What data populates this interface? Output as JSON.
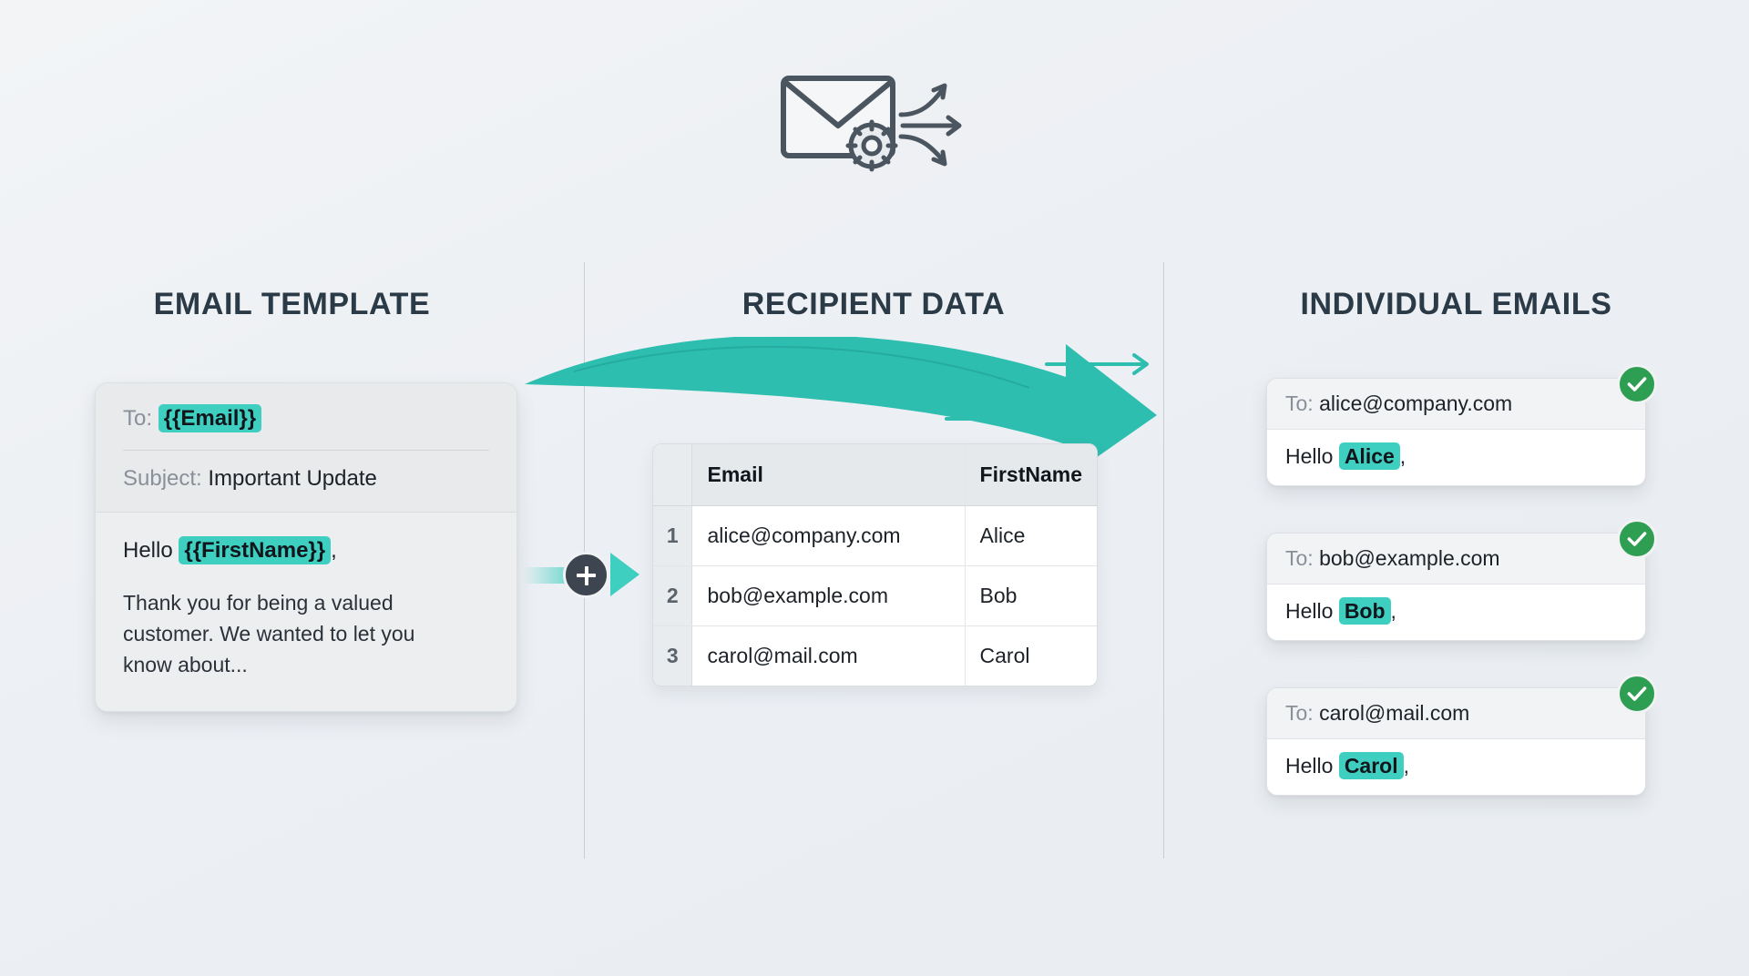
{
  "header": {
    "icon": "envelope-gear-arrows-icon"
  },
  "columns": {
    "template_heading": "EMAIL TEMPLATE",
    "recipients_heading": "RECIPIENT DATA",
    "emails_heading": "INDIVIDUAL EMAILS"
  },
  "template": {
    "to_label": "To:",
    "to_token": "{{Email}}",
    "subject_label": "Subject:",
    "subject_value": "Important Update",
    "greeting_prefix": "Hello",
    "greeting_token": "{{FirstName}}",
    "greeting_suffix": ",",
    "paragraph": "Thank you for being a valued customer. We wanted to let you know about..."
  },
  "connector": {
    "icon": "plus-icon"
  },
  "recipients": {
    "columns": [
      "",
      "Email",
      "FirstName"
    ],
    "rows": [
      {
        "num": "1",
        "email": "alice@company.com",
        "firstname": "Alice"
      },
      {
        "num": "2",
        "email": "bob@example.com",
        "firstname": "Bob"
      },
      {
        "num": "3",
        "email": "carol@mail.com",
        "firstname": "Carol"
      }
    ]
  },
  "emails": [
    {
      "to_label": "To:",
      "to_value": "alice@company.com",
      "greeting_prefix": "Hello",
      "name": "Alice",
      "greeting_suffix": ",",
      "status_icon": "check-icon"
    },
    {
      "to_label": "To:",
      "to_value": "bob@example.com",
      "greeting_prefix": "Hello",
      "name": "Bob",
      "greeting_suffix": ",",
      "status_icon": "check-icon"
    },
    {
      "to_label": "To:",
      "to_value": "carol@mail.com",
      "greeting_prefix": "Hello",
      "name": "Carol",
      "greeting_suffix": ",",
      "status_icon": "check-icon"
    }
  ],
  "colors": {
    "background": "#eef1f4",
    "accent_teal": "#3fcfc0",
    "arrow_teal": "#2ebeb0",
    "heading_navy": "#2b3a47",
    "success_green": "#2e9e52",
    "badge_dark": "#3d4550"
  }
}
